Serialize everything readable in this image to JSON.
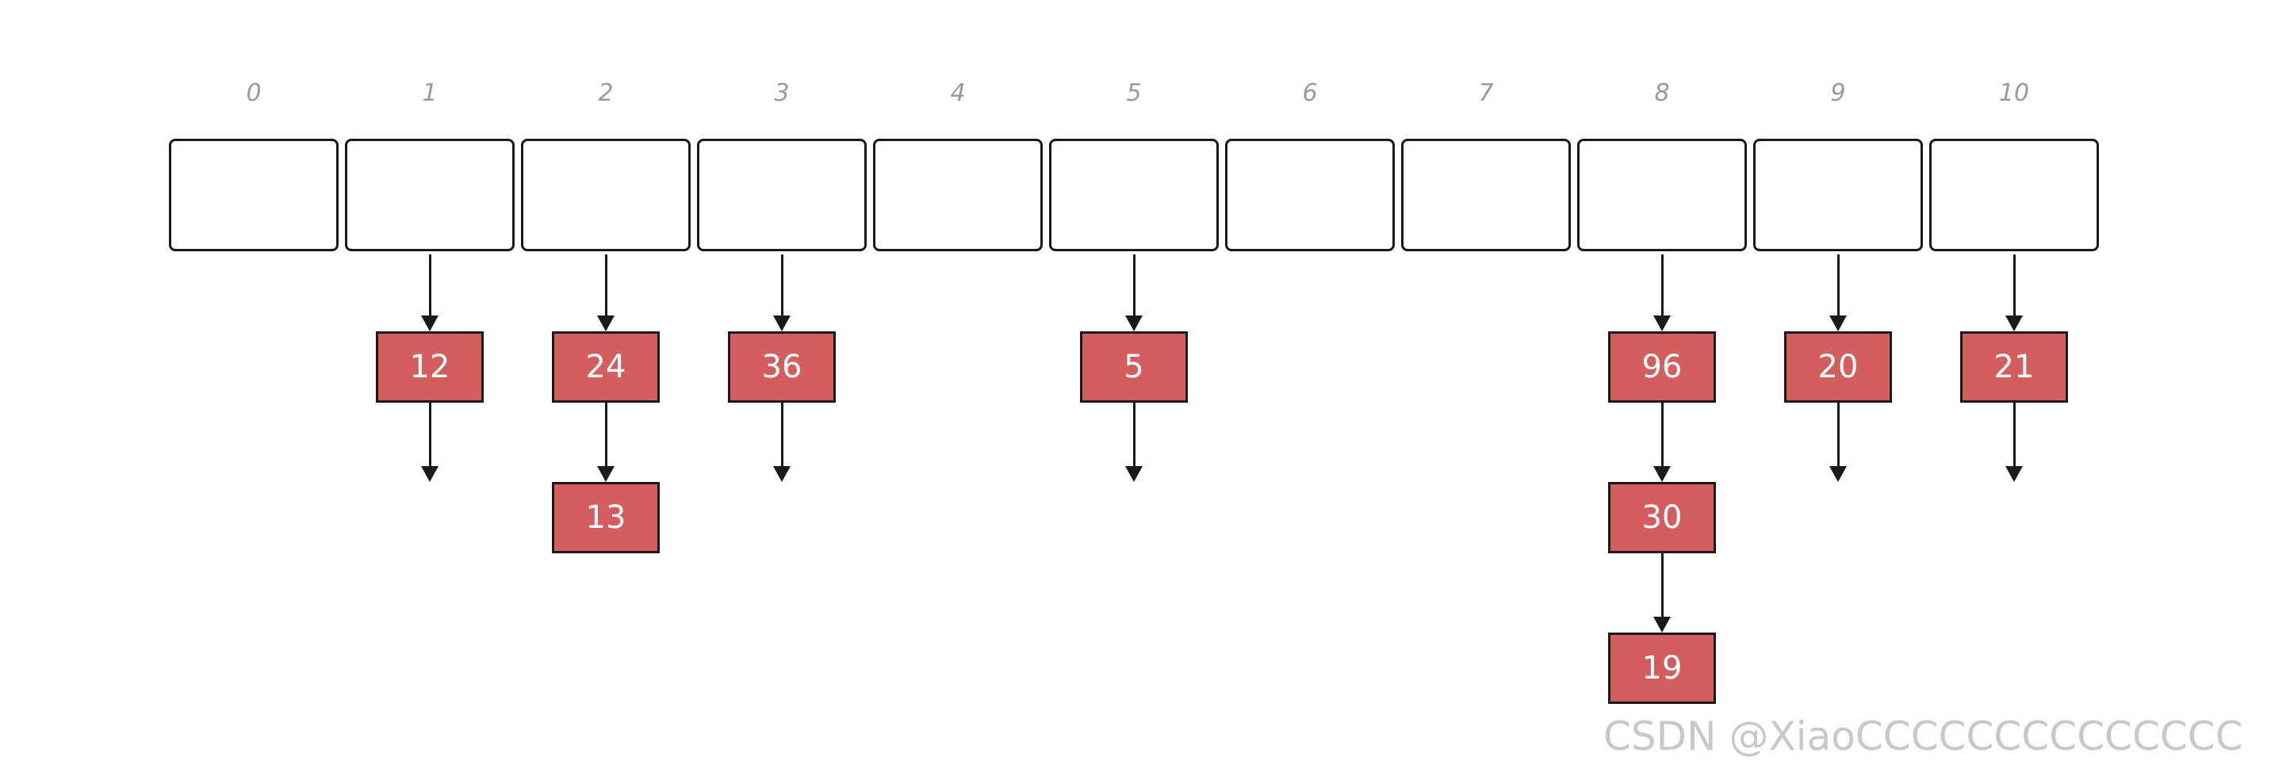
{
  "buckets": [
    {
      "index": "0",
      "chain": []
    },
    {
      "index": "1",
      "chain": [
        "12"
      ],
      "null_end": true
    },
    {
      "index": "2",
      "chain": [
        "24",
        "13"
      ],
      "null_end": false
    },
    {
      "index": "3",
      "chain": [
        "36"
      ],
      "null_end": true
    },
    {
      "index": "4",
      "chain": []
    },
    {
      "index": "5",
      "chain": [
        "5"
      ],
      "null_end": true
    },
    {
      "index": "6",
      "chain": []
    },
    {
      "index": "7",
      "chain": []
    },
    {
      "index": "8",
      "chain": [
        "96",
        "30",
        "19"
      ],
      "null_end": false
    },
    {
      "index": "9",
      "chain": [
        "20"
      ],
      "null_end": true
    },
    {
      "index": "10",
      "chain": [
        "21"
      ],
      "null_end": true
    }
  ],
  "colors": {
    "node_fill": "#d45d5d",
    "node_text": "#ffffff",
    "stroke": "#1a1a1a",
    "index_label": "#9a9a9a",
    "watermark": "#c8c8c8"
  },
  "watermark": "CSDN @XiaoCCCCCCCCCCCCCC"
}
